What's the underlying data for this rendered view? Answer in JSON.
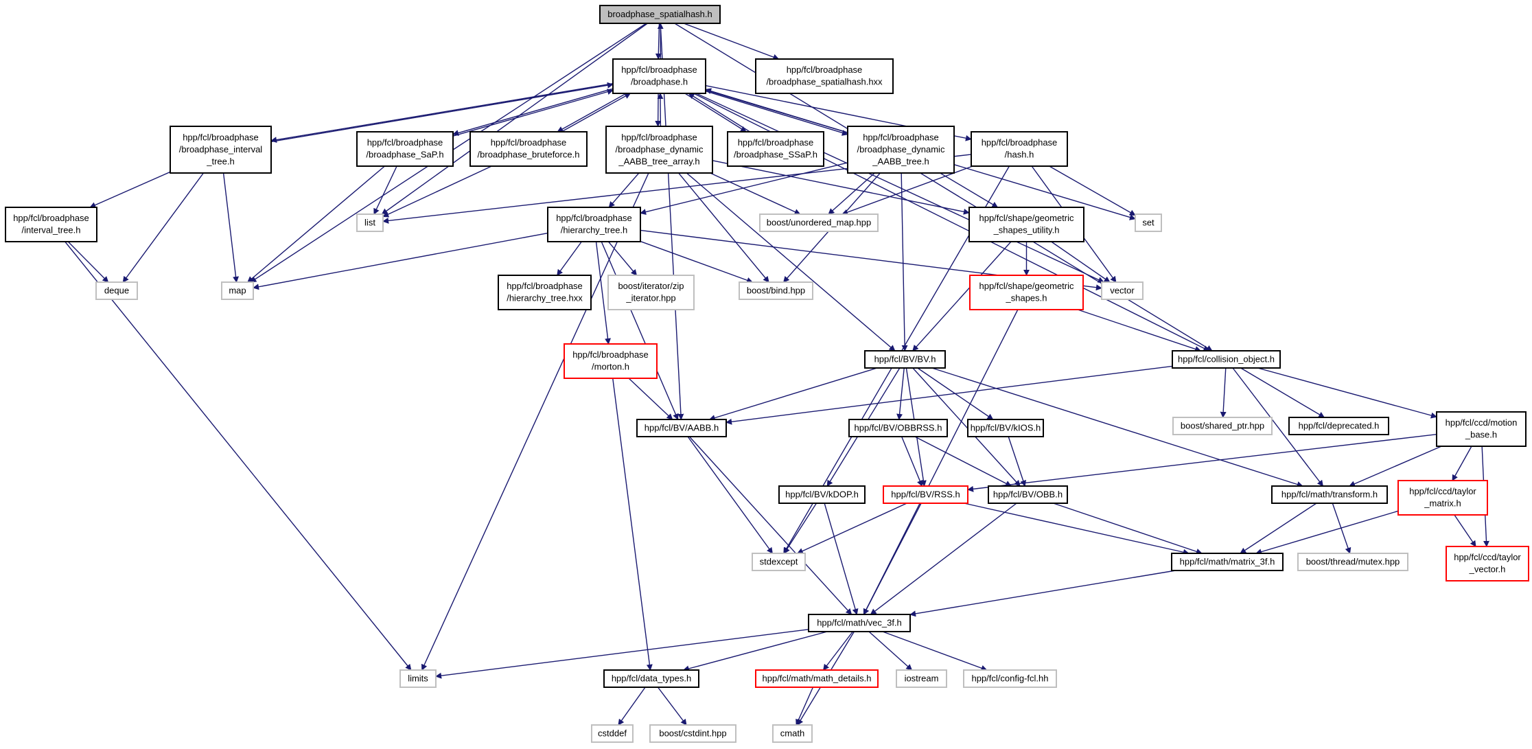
{
  "colors": {
    "edge": "#191970",
    "root_fill": "#bfbfbf",
    "border_normal": "#000000",
    "border_missing": "#bfbfbf",
    "border_truncated": "#ff0000"
  },
  "nodes": [
    {
      "id": "root",
      "kind": "root",
      "lines": [
        "broadphase_spatialhash.h"
      ]
    },
    {
      "id": "broadphase_h",
      "kind": "normal",
      "lines": [
        "hpp/fcl/broadphase",
        "/broadphase.h"
      ]
    },
    {
      "id": "spatialhash_hxx",
      "kind": "normal",
      "lines": [
        "hpp/fcl/broadphase",
        "/broadphase_spatialhash.hxx"
      ]
    },
    {
      "id": "interval_tree_bp",
      "kind": "normal",
      "lines": [
        "hpp/fcl/broadphase",
        "/broadphase_interval",
        "_tree.h"
      ]
    },
    {
      "id": "sap",
      "kind": "normal",
      "lines": [
        "hpp/fcl/broadphase",
        "/broadphase_SaP.h"
      ]
    },
    {
      "id": "bruteforce",
      "kind": "normal",
      "lines": [
        "hpp/fcl/broadphase",
        "/broadphase_bruteforce.h"
      ]
    },
    {
      "id": "dyn_array",
      "kind": "normal",
      "lines": [
        "hpp/fcl/broadphase",
        "/broadphase_dynamic",
        "_AABB_tree_array.h"
      ]
    },
    {
      "id": "ssap",
      "kind": "normal",
      "lines": [
        "hpp/fcl/broadphase",
        "/broadphase_SSaP.h"
      ]
    },
    {
      "id": "dyn_tree",
      "kind": "normal",
      "lines": [
        "hpp/fcl/broadphase",
        "/broadphase_dynamic",
        "_AABB_tree.h"
      ]
    },
    {
      "id": "hash_h",
      "kind": "normal",
      "lines": [
        "hpp/fcl/broadphase",
        "/hash.h"
      ]
    },
    {
      "id": "interval_tree",
      "kind": "normal",
      "lines": [
        "hpp/fcl/broadphase",
        "/interval_tree.h"
      ]
    },
    {
      "id": "list",
      "kind": "missing",
      "lines": [
        "list"
      ]
    },
    {
      "id": "hierarchy_tree",
      "kind": "normal",
      "lines": [
        "hpp/fcl/broadphase",
        "/hierarchy_tree.h"
      ]
    },
    {
      "id": "unordered_map",
      "kind": "missing",
      "lines": [
        "boost/unordered_map.hpp"
      ]
    },
    {
      "id": "geo_utility",
      "kind": "normal",
      "lines": [
        "hpp/fcl/shape/geometric",
        "_shapes_utility.h"
      ]
    },
    {
      "id": "set",
      "kind": "missing",
      "lines": [
        "set"
      ]
    },
    {
      "id": "deque",
      "kind": "missing",
      "lines": [
        "deque"
      ]
    },
    {
      "id": "map",
      "kind": "missing",
      "lines": [
        "map"
      ]
    },
    {
      "id": "hierarchy_hxx",
      "kind": "normal",
      "lines": [
        "hpp/fcl/broadphase",
        "/hierarchy_tree.hxx"
      ]
    },
    {
      "id": "zip_iterator",
      "kind": "missing",
      "lines": [
        "boost/iterator/zip",
        "_iterator.hpp"
      ]
    },
    {
      "id": "bind",
      "kind": "missing",
      "lines": [
        "boost/bind.hpp"
      ]
    },
    {
      "id": "vector",
      "kind": "missing",
      "lines": [
        "vector"
      ]
    },
    {
      "id": "geo_shapes",
      "kind": "truncated",
      "lines": [
        "hpp/fcl/shape/geometric",
        "_shapes.h"
      ]
    },
    {
      "id": "morton",
      "kind": "truncated",
      "lines": [
        "hpp/fcl/broadphase",
        "/morton.h"
      ]
    },
    {
      "id": "bv_h",
      "kind": "normal",
      "lines": [
        "hpp/fcl/BV/BV.h"
      ]
    },
    {
      "id": "collision_object",
      "kind": "normal",
      "lines": [
        "hpp/fcl/collision_object.h"
      ]
    },
    {
      "id": "aabb",
      "kind": "normal",
      "lines": [
        "hpp/fcl/BV/AABB.h"
      ]
    },
    {
      "id": "obbrss",
      "kind": "normal",
      "lines": [
        "hpp/fcl/BV/OBBRSS.h"
      ]
    },
    {
      "id": "kios",
      "kind": "normal",
      "lines": [
        "hpp/fcl/BV/kIOS.h"
      ]
    },
    {
      "id": "shared_ptr",
      "kind": "missing",
      "lines": [
        "boost/shared_ptr.hpp"
      ]
    },
    {
      "id": "deprecated",
      "kind": "normal",
      "lines": [
        "hpp/fcl/deprecated.h"
      ]
    },
    {
      "id": "motion_base",
      "kind": "normal",
      "lines": [
        "hpp/fcl/ccd/motion",
        "_base.h"
      ]
    },
    {
      "id": "kdop",
      "kind": "normal",
      "lines": [
        "hpp/fcl/BV/kDOP.h"
      ]
    },
    {
      "id": "rss",
      "kind": "truncated",
      "lines": [
        "hpp/fcl/BV/RSS.h"
      ]
    },
    {
      "id": "obb",
      "kind": "normal",
      "lines": [
        "hpp/fcl/BV/OBB.h"
      ]
    },
    {
      "id": "transform",
      "kind": "normal",
      "lines": [
        "hpp/fcl/math/transform.h"
      ]
    },
    {
      "id": "taylor_matrix",
      "kind": "truncated",
      "lines": [
        "hpp/fcl/ccd/taylor",
        "_matrix.h"
      ]
    },
    {
      "id": "taylor_vector",
      "kind": "truncated",
      "lines": [
        "hpp/fcl/ccd/taylor",
        "_vector.h"
      ]
    },
    {
      "id": "stdexcept",
      "kind": "missing",
      "lines": [
        "stdexcept"
      ]
    },
    {
      "id": "matrix_3f",
      "kind": "normal",
      "lines": [
        "hpp/fcl/math/matrix_3f.h"
      ]
    },
    {
      "id": "mutex",
      "kind": "missing",
      "lines": [
        "boost/thread/mutex.hpp"
      ]
    },
    {
      "id": "vec_3f",
      "kind": "normal",
      "lines": [
        "hpp/fcl/math/vec_3f.h"
      ]
    },
    {
      "id": "limits",
      "kind": "missing",
      "lines": [
        "limits"
      ]
    },
    {
      "id": "data_types",
      "kind": "normal",
      "lines": [
        "hpp/fcl/data_types.h"
      ]
    },
    {
      "id": "math_details",
      "kind": "truncated",
      "lines": [
        "hpp/fcl/math/math_details.h"
      ]
    },
    {
      "id": "iostream",
      "kind": "missing",
      "lines": [
        "iostream"
      ]
    },
    {
      "id": "config",
      "kind": "missing",
      "lines": [
        "hpp/fcl/config-fcl.hh"
      ]
    },
    {
      "id": "cstddef",
      "kind": "missing",
      "lines": [
        "cstddef"
      ]
    },
    {
      "id": "cstdint",
      "kind": "missing",
      "lines": [
        "boost/cstdint.hpp"
      ]
    },
    {
      "id": "cmath",
      "kind": "missing",
      "lines": [
        "cmath"
      ]
    }
  ],
  "edges": [
    [
      "root",
      "broadphase_h"
    ],
    [
      "root",
      "spatialhash_hxx"
    ],
    [
      "root",
      "list"
    ],
    [
      "root",
      "map"
    ],
    [
      "root",
      "aabb"
    ],
    [
      "root",
      "collision_object"
    ],
    [
      "broadphase_h",
      "root"
    ],
    [
      "broadphase_h",
      "interval_tree_bp"
    ],
    [
      "broadphase_h",
      "sap"
    ],
    [
      "broadphase_h",
      "bruteforce"
    ],
    [
      "broadphase_h",
      "dyn_array"
    ],
    [
      "broadphase_h",
      "ssap"
    ],
    [
      "broadphase_h",
      "dyn_tree"
    ],
    [
      "broadphase_h",
      "hash_h"
    ],
    [
      "broadphase_h",
      "set"
    ],
    [
      "broadphase_h",
      "vector"
    ],
    [
      "broadphase_h",
      "collision_object"
    ],
    [
      "interval_tree_bp",
      "broadphase_h"
    ],
    [
      "interval_tree_bp",
      "interval_tree"
    ],
    [
      "interval_tree_bp",
      "deque"
    ],
    [
      "interval_tree_bp",
      "map"
    ],
    [
      "sap",
      "broadphase_h"
    ],
    [
      "sap",
      "list"
    ],
    [
      "sap",
      "map"
    ],
    [
      "bruteforce",
      "broadphase_h"
    ],
    [
      "bruteforce",
      "list"
    ],
    [
      "dyn_array",
      "broadphase_h"
    ],
    [
      "dyn_array",
      "hierarchy_tree"
    ],
    [
      "dyn_array",
      "unordered_map"
    ],
    [
      "dyn_array",
      "geo_utility"
    ],
    [
      "dyn_array",
      "bind"
    ],
    [
      "dyn_array",
      "bv_h"
    ],
    [
      "dyn_array",
      "limits"
    ],
    [
      "ssap",
      "broadphase_h"
    ],
    [
      "dyn_tree",
      "broadphase_h"
    ],
    [
      "dyn_tree",
      "hierarchy_tree"
    ],
    [
      "dyn_tree",
      "unordered_map"
    ],
    [
      "dyn_tree",
      "geo_utility"
    ],
    [
      "dyn_tree",
      "bind"
    ],
    [
      "dyn_tree",
      "bv_h"
    ],
    [
      "hash_h",
      "list"
    ],
    [
      "hash_h",
      "unordered_map"
    ],
    [
      "hash_h",
      "set"
    ],
    [
      "hash_h",
      "vector"
    ],
    [
      "hash_h",
      "stdexcept"
    ],
    [
      "interval_tree",
      "deque"
    ],
    [
      "interval_tree",
      "limits"
    ],
    [
      "hierarchy_tree",
      "map"
    ],
    [
      "hierarchy_tree",
      "hierarchy_hxx"
    ],
    [
      "hierarchy_tree",
      "zip_iterator"
    ],
    [
      "hierarchy_tree",
      "bind"
    ],
    [
      "hierarchy_tree",
      "vector"
    ],
    [
      "hierarchy_tree",
      "morton"
    ],
    [
      "hierarchy_tree",
      "aabb"
    ],
    [
      "geo_utility",
      "geo_shapes"
    ],
    [
      "geo_utility",
      "vector"
    ],
    [
      "geo_utility",
      "bv_h"
    ],
    [
      "geo_shapes",
      "collision_object"
    ],
    [
      "geo_shapes",
      "vec_3f"
    ],
    [
      "morton",
      "aabb"
    ],
    [
      "morton",
      "data_types"
    ],
    [
      "bv_h",
      "aabb"
    ],
    [
      "bv_h",
      "obbrss"
    ],
    [
      "bv_h",
      "kios"
    ],
    [
      "bv_h",
      "kdop"
    ],
    [
      "bv_h",
      "rss"
    ],
    [
      "bv_h",
      "obb"
    ],
    [
      "bv_h",
      "transform"
    ],
    [
      "collision_object",
      "aabb"
    ],
    [
      "collision_object",
      "shared_ptr"
    ],
    [
      "collision_object",
      "deprecated"
    ],
    [
      "collision_object",
      "motion_base"
    ],
    [
      "collision_object",
      "transform"
    ],
    [
      "aabb",
      "stdexcept"
    ],
    [
      "aabb",
      "vec_3f"
    ],
    [
      "obbrss",
      "rss"
    ],
    [
      "obbrss",
      "obb"
    ],
    [
      "kios",
      "obb"
    ],
    [
      "kdop",
      "stdexcept"
    ],
    [
      "kdop",
      "vec_3f"
    ],
    [
      "rss",
      "stdexcept"
    ],
    [
      "rss",
      "vec_3f"
    ],
    [
      "rss",
      "matrix_3f"
    ],
    [
      "obb",
      "vec_3f"
    ],
    [
      "obb",
      "matrix_3f"
    ],
    [
      "motion_base",
      "rss"
    ],
    [
      "motion_base",
      "transform"
    ],
    [
      "motion_base",
      "taylor_matrix"
    ],
    [
      "motion_base",
      "taylor_vector"
    ],
    [
      "transform",
      "matrix_3f"
    ],
    [
      "transform",
      "mutex"
    ],
    [
      "taylor_matrix",
      "matrix_3f"
    ],
    [
      "taylor_matrix",
      "taylor_vector"
    ],
    [
      "matrix_3f",
      "vec_3f"
    ],
    [
      "vec_3f",
      "limits"
    ],
    [
      "vec_3f",
      "data_types"
    ],
    [
      "vec_3f",
      "math_details"
    ],
    [
      "vec_3f",
      "iostream"
    ],
    [
      "vec_3f",
      "config"
    ],
    [
      "vec_3f",
      "cmath"
    ],
    [
      "data_types",
      "cstddef"
    ],
    [
      "data_types",
      "cstdint"
    ],
    [
      "math_details",
      "cmath"
    ]
  ]
}
